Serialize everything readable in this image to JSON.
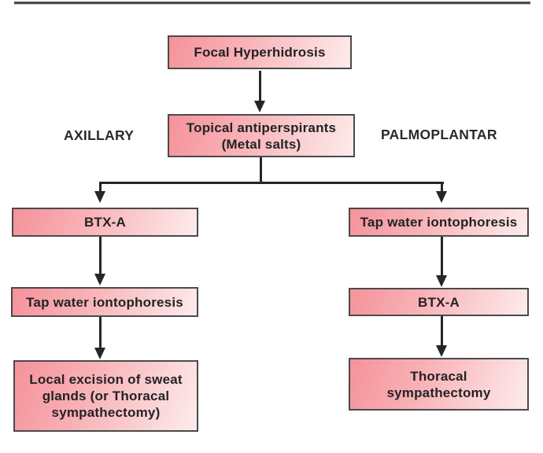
{
  "labels": {
    "left_branch": "AXILLARY",
    "right_branch": "PALMOPLANTAR"
  },
  "nodes": {
    "root": {
      "text": "Focal Hyperhidrosis"
    },
    "topical": {
      "lines": [
        "Topical antiperspirants",
        "(Metal salts)"
      ]
    },
    "left1": {
      "text": "BTX-A"
    },
    "left2": {
      "text": "Tap water iontophoresis"
    },
    "left3": {
      "lines": [
        "Local excision of sweat",
        "glands (or Thoracal",
        "sympathectomy)"
      ]
    },
    "right1": {
      "text": "Tap water iontophoresis"
    },
    "right2": {
      "text": "BTX-A"
    },
    "right3": {
      "lines": [
        "Thoracal",
        "sympathectomy"
      ]
    }
  },
  "colors": {
    "box_gradient_start": "#f5929a",
    "box_gradient_end": "#fdecec",
    "box_border": "#4a4a4a",
    "text": "#232323",
    "arrow": "#262626",
    "top_rule": "#4d4d4d",
    "background": "#ffffff"
  }
}
